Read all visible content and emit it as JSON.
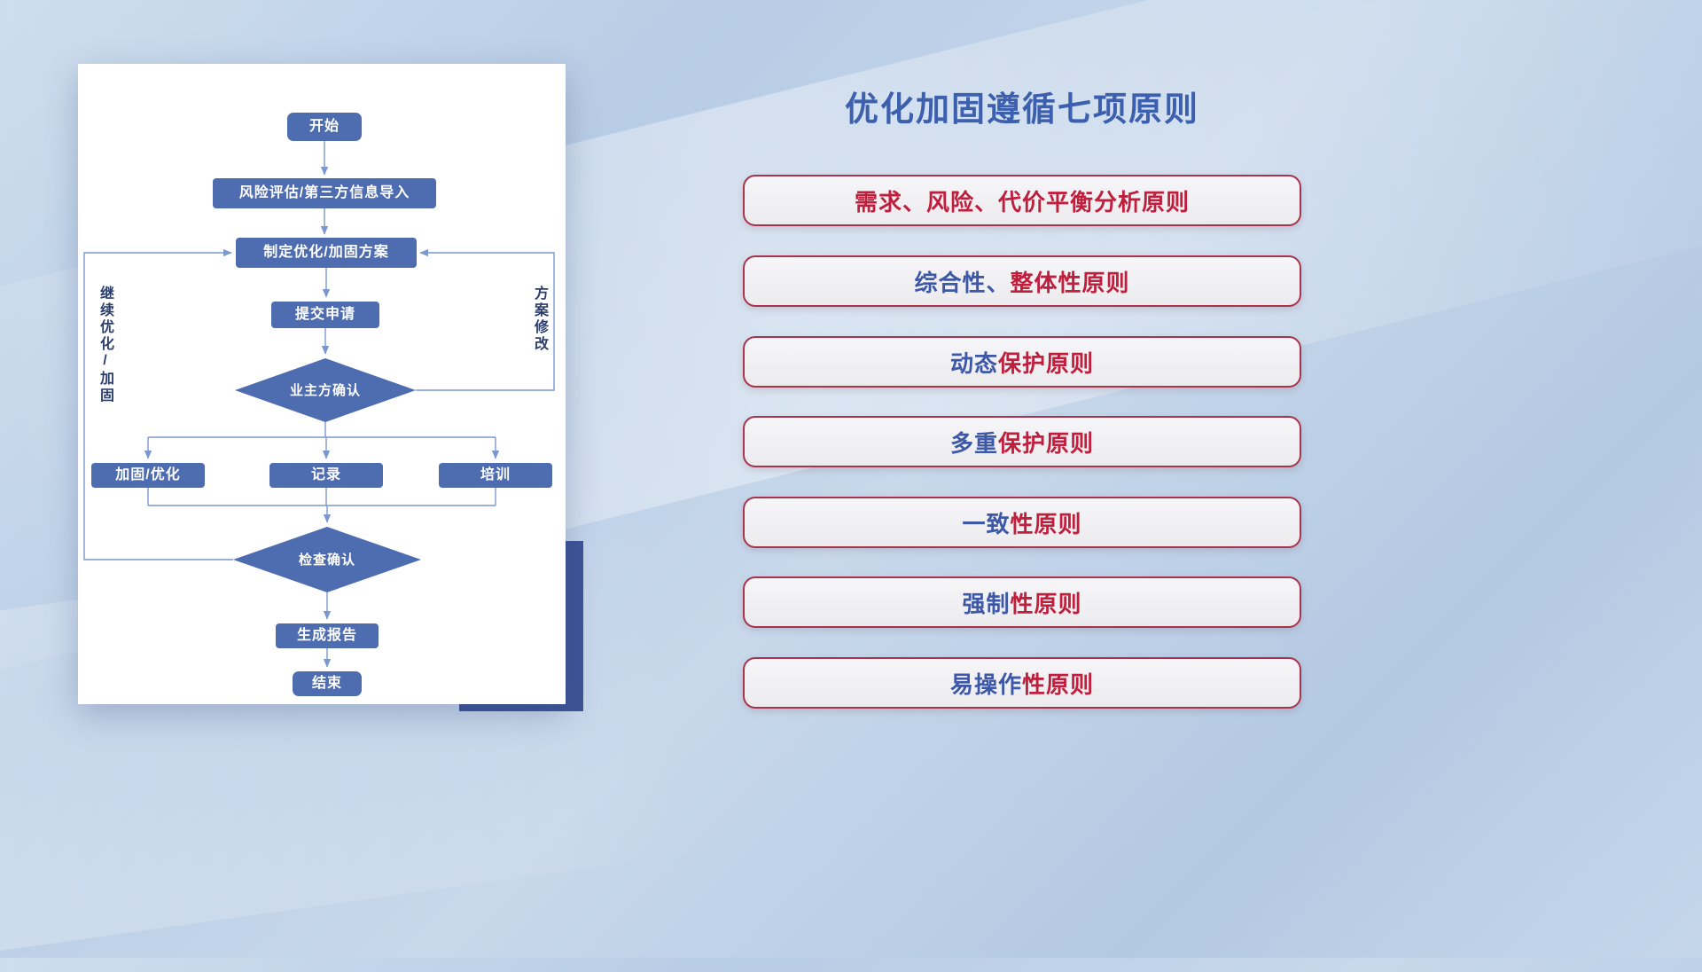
{
  "flowchart_panel": {
    "nodes": {
      "start": "开始",
      "risk_import": "风险评估/第三方信息导入",
      "make_plan": "制定优化/加固方案",
      "submit": "提交申请",
      "owner_confirm": "业主方确认",
      "harden": "加固/优化",
      "record": "记录",
      "training": "培训",
      "check_confirm": "检查确认",
      "report": "生成报告",
      "end": "结束"
    },
    "loop_labels": {
      "continue_optimize": "继续优化/加固",
      "plan_modify": "方案修改"
    },
    "colors": {
      "node_fill": "#4e6cb0",
      "connector": "#7a97cf",
      "shadow_block": "#3d5496",
      "card_background": "#ffffff"
    }
  },
  "principles_panel": {
    "title": "优化加固遵循七项原则",
    "title_color": "#3c5fae",
    "items": [
      {
        "blue": "",
        "red": "需求、风险、代价平衡分析原则"
      },
      {
        "blue": "综合性、",
        "red": "整体性原则"
      },
      {
        "blue": "动态",
        "red": "保护原则"
      },
      {
        "blue": "多重",
        "red": "保护原则"
      },
      {
        "blue": "一致",
        "red": "性原则"
      },
      {
        "blue": "强制",
        "red": "性原则"
      },
      {
        "blue": "易操作",
        "red": "性原则"
      }
    ],
    "text_colors": {
      "blue": "#3e58a8",
      "red": "#c01e3d"
    },
    "pill_border_color": "#a8334c"
  }
}
